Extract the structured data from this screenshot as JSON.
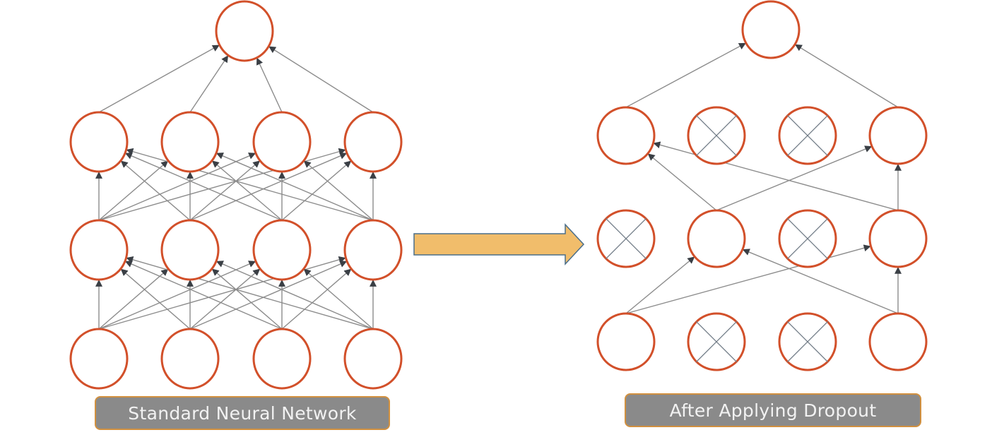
{
  "colors": {
    "node_stroke": "#d2502a",
    "edge": "#8c8c8c",
    "arrowhead": "#3a3f45",
    "cross": "#6f7a85",
    "transition_arrow_fill": "#f1bd6b",
    "transition_arrow_stroke": "#4a6e8a",
    "label_bg": "#8a8a8a",
    "label_border": "#d1903f",
    "label_text": "#f2f2f2"
  },
  "standard_network": {
    "label": "Standard Neural Network",
    "layers": [
      {
        "name": "input",
        "nodes": 4,
        "dropped": [
          false,
          false,
          false,
          false
        ]
      },
      {
        "name": "hidden-1",
        "nodes": 4,
        "dropped": [
          false,
          false,
          false,
          false
        ]
      },
      {
        "name": "hidden-2",
        "nodes": 4,
        "dropped": [
          false,
          false,
          false,
          false
        ]
      },
      {
        "name": "output",
        "nodes": 1,
        "dropped": [
          false
        ]
      }
    ]
  },
  "dropout_network": {
    "label": "After Applying Dropout",
    "layers": [
      {
        "name": "input",
        "nodes": 4,
        "dropped": [
          false,
          true,
          true,
          false
        ]
      },
      {
        "name": "hidden-1",
        "nodes": 4,
        "dropped": [
          true,
          false,
          true,
          false
        ]
      },
      {
        "name": "hidden-2",
        "nodes": 4,
        "dropped": [
          false,
          true,
          true,
          false
        ]
      },
      {
        "name": "output",
        "nodes": 1,
        "dropped": [
          false
        ]
      }
    ]
  },
  "transition_arrow": "right-arrow"
}
